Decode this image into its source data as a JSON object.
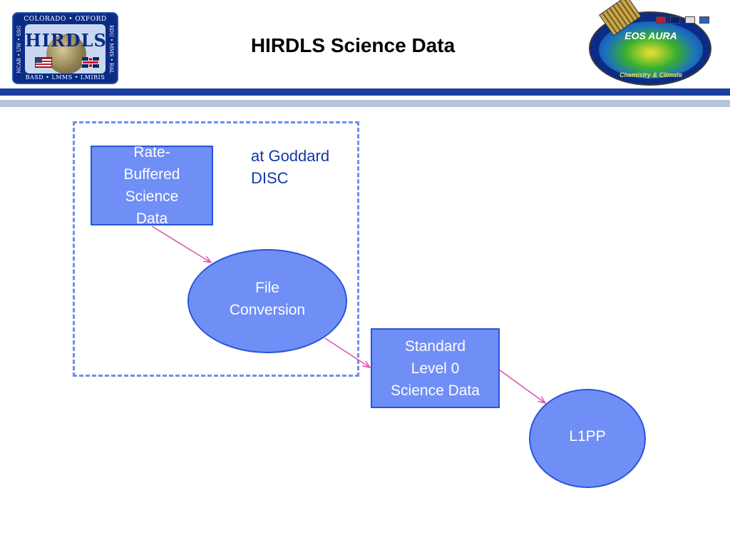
{
  "header": {
    "title": "HIRDLS Science Data",
    "logo_left": {
      "wordmark": "HIRDLS",
      "ring_top": "COLORADO • OXFORD",
      "ring_bottom": "BASD • LMMS • LMIRIS",
      "ring_left": "NCAR • UW • SSG",
      "ring_right": "RDU • MMS • RAL"
    },
    "logo_right": {
      "title": "EOS AURA",
      "subtitle": "Chemistry & Climate"
    },
    "colors": {
      "bar_dark": "#1a3da0",
      "bar_light": "#b7c4de"
    }
  },
  "diagram": {
    "group_label_line1": "at Goddard",
    "group_label_line2": "DISC",
    "nodes": {
      "rate_buffered": {
        "lines": [
          "Rate-",
          "Buffered",
          "Science",
          "Data"
        ]
      },
      "file_conversion": {
        "lines": [
          "File",
          "Conversion"
        ]
      },
      "standard_level0": {
        "lines": [
          "Standard",
          "Level 0",
          "Science Data"
        ]
      },
      "l1pp": {
        "lines": [
          "L1PP"
        ]
      }
    },
    "colors": {
      "node_fill": "#6f8ef6",
      "node_border": "#2a55d8",
      "arrow": "#e050b0",
      "dashed_border": "#6f8ee8",
      "group_label": "#1238a6"
    }
  }
}
